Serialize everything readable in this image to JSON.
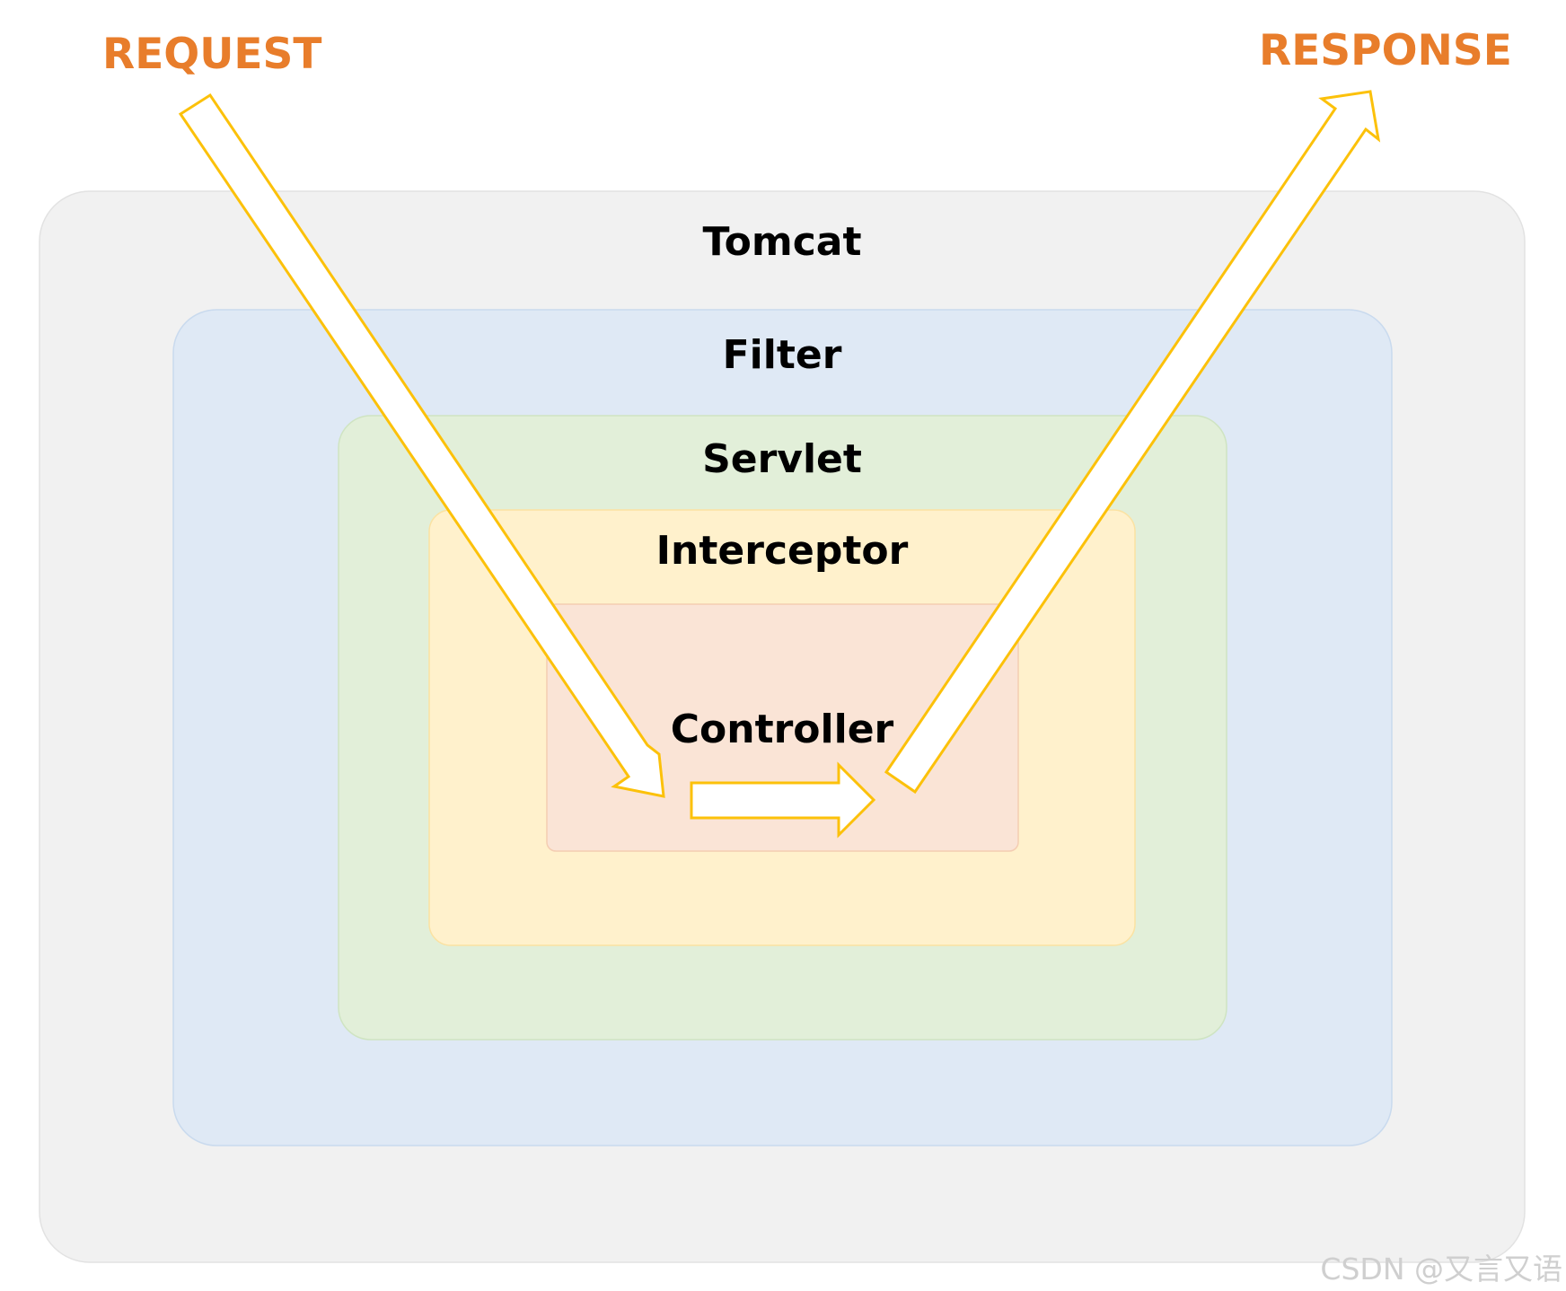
{
  "colors": {
    "tomcat_fill": "#f1f1f1",
    "tomcat_stroke": "#e2e2e2",
    "filter_fill": "#dfe9f5",
    "filter_stroke": "#c9daee",
    "servlet_fill": "#e2efd9",
    "servlet_stroke": "#cfe4c2",
    "interceptor_fill": "#fff1cc",
    "interceptor_stroke": "#fbe2a2",
    "controller_fill": "#fae4d6",
    "controller_stroke": "#f4cdb2",
    "label_color": "#e87d2b",
    "arrow_stroke": "#fcc10a"
  },
  "labels": {
    "request": "REQUEST",
    "response": "RESPONSE"
  },
  "layers": {
    "tomcat": "Tomcat",
    "filter": "Filter",
    "servlet": "Servlet",
    "interceptor": "Interceptor",
    "controller": "Controller"
  },
  "watermark": "CSDN @又言又语"
}
